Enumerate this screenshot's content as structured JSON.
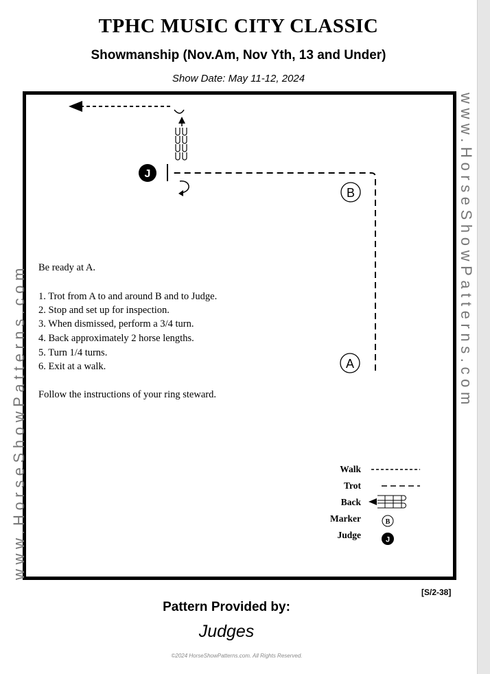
{
  "header": {
    "title": "TPHC MUSIC CITY CLASSIC",
    "subtitle": "Showmanship (Nov.Am, Nov Yth, 13 and Under)",
    "show_date": "Show Date: May 11-12, 2024"
  },
  "watermark": {
    "left": "www.HorseShowPatterns.com",
    "right": "www.HorseShowPatterns.com"
  },
  "markers": {
    "a": "A",
    "b": "B",
    "judge": "J"
  },
  "instructions": {
    "intro": "Be ready at A.",
    "steps": [
      "1. Trot from A to and around B and to Judge.",
      "2. Stop and set up for inspection.",
      "3. When dismissed, perform a 3/4 turn.",
      "4. Back approximately 2 horse lengths.",
      "5. Turn 1/4 turns.",
      "6. Exit at a walk."
    ],
    "footer": "Follow the  instructions of  your ring steward."
  },
  "legend": {
    "walk": "Walk",
    "trot": "Trot",
    "back": "Back",
    "marker": "Marker",
    "judge": "Judge",
    "marker_symbol": "B",
    "judge_symbol": "J"
  },
  "pattern_code": "[S/2-38]",
  "footer": {
    "provided_by": "Pattern Provided by:",
    "provider": "Judges",
    "copyright": "©2024 HorseShowPatterns.com. All Rights Reserved."
  }
}
